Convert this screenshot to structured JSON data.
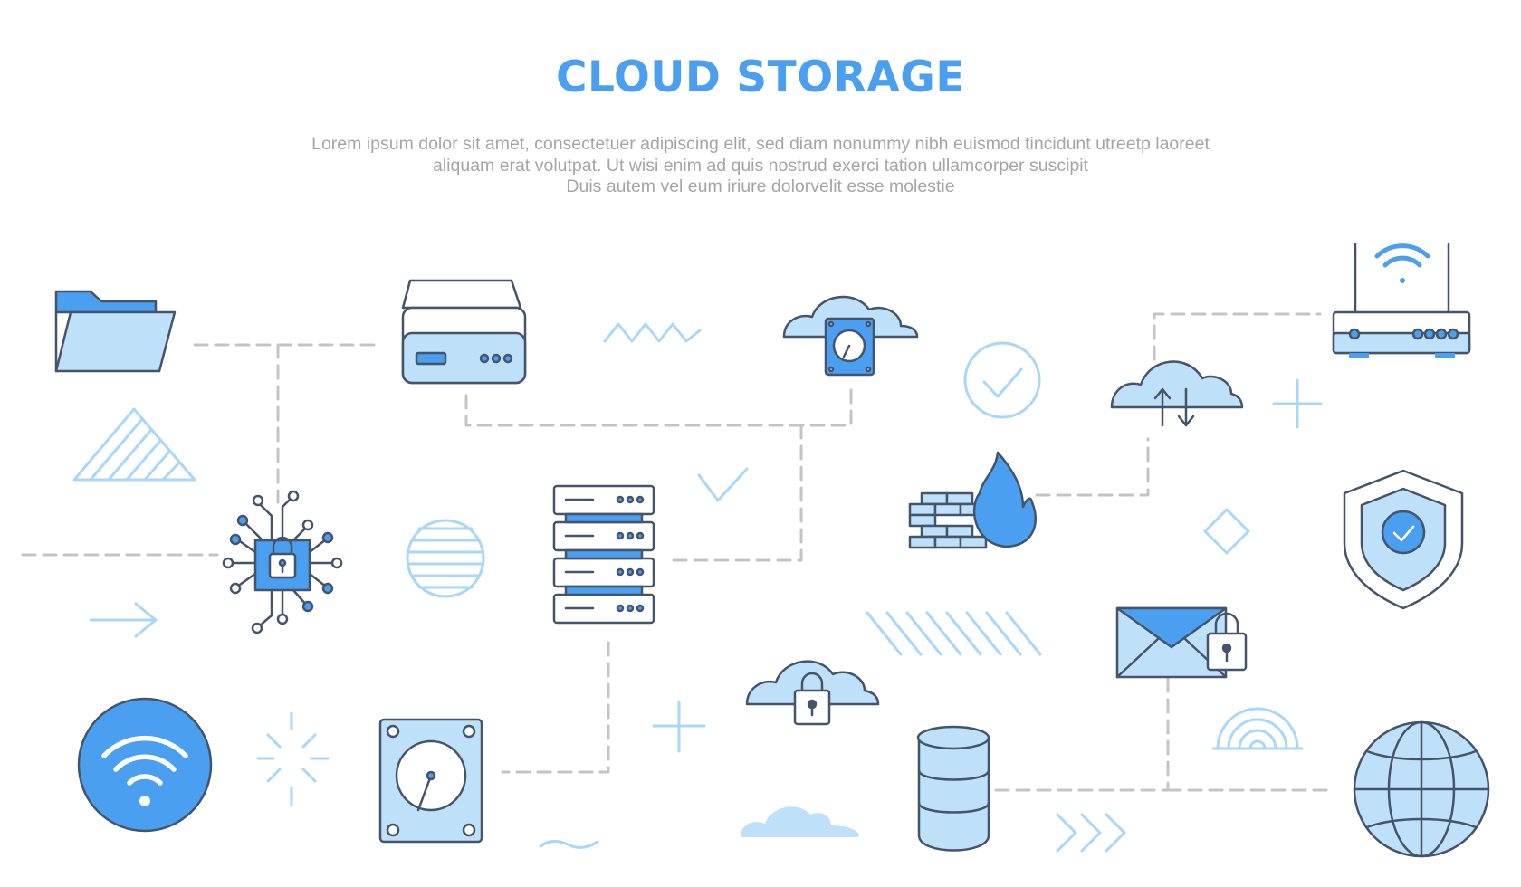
{
  "header": {
    "title": "CLOUD STORAGE",
    "description_lines": [
      "Lorem ipsum dolor sit amet, consectetuer adipiscing elit, sed diam nonummy nibh euismod tincidunt utreetp laoreet",
      "aliquam erat volutpat. Ut wisi enim ad  quis nostrud exerci tation ullamcorper suscipit",
      "Duis autem vel eum iriure dolorvelit esse molestie"
    ]
  },
  "icons": [
    "folder-icon",
    "external-drive-icon",
    "cloud-hard-disk-icon",
    "router-icon",
    "cloud-sync-icon",
    "chip-lock-icon",
    "server-rack-icon",
    "firewall-icon",
    "shield-check-icon",
    "wifi-icon",
    "hard-disk-icon",
    "cloud-lock-icon",
    "database-icon",
    "mail-lock-icon",
    "globe-icon"
  ],
  "colors": {
    "primary": "#4a9ff0",
    "light": "#bfe0f9",
    "outline": "#44546a",
    "accent_light": "#a9d7f7",
    "connector": "#c4c4c4",
    "title": "#4a9ff0",
    "body_text": "#a5a5a5"
  }
}
